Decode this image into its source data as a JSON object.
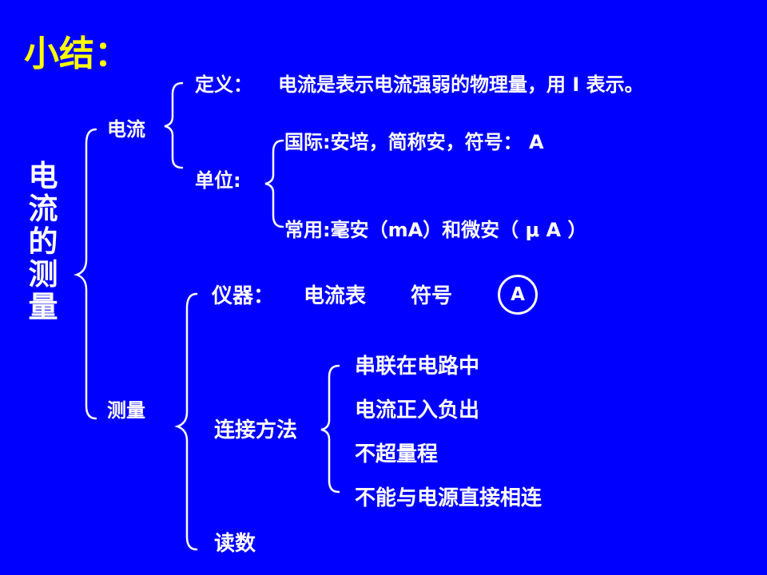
{
  "colors": {
    "background": "#0000ff",
    "title": "#ffff00",
    "text": "#ffffff"
  },
  "title": "小结：",
  "topic_chars": [
    "电",
    "流",
    "的",
    "测",
    "量"
  ],
  "current": {
    "label": "电流",
    "definition_label": "定义：",
    "definition_text": "电流是表示电流强弱的物理量，用 I 表示。",
    "unit_label": "单位:",
    "international": "国际:安培，简称安，符号：  A",
    "common": "常用:毫安（mA）和微安（ μ A ）"
  },
  "measurement": {
    "label": "测量",
    "instrument_label": "仪器：",
    "instrument_name": "电流表",
    "symbol_label": "符号",
    "symbol_letter": "A",
    "connection_label": "连接方法",
    "connection_rules": [
      "串联在电路中",
      "电流正入负出",
      "不超量程",
      "不能与电源直接相连"
    ],
    "reading_label": "读数"
  }
}
